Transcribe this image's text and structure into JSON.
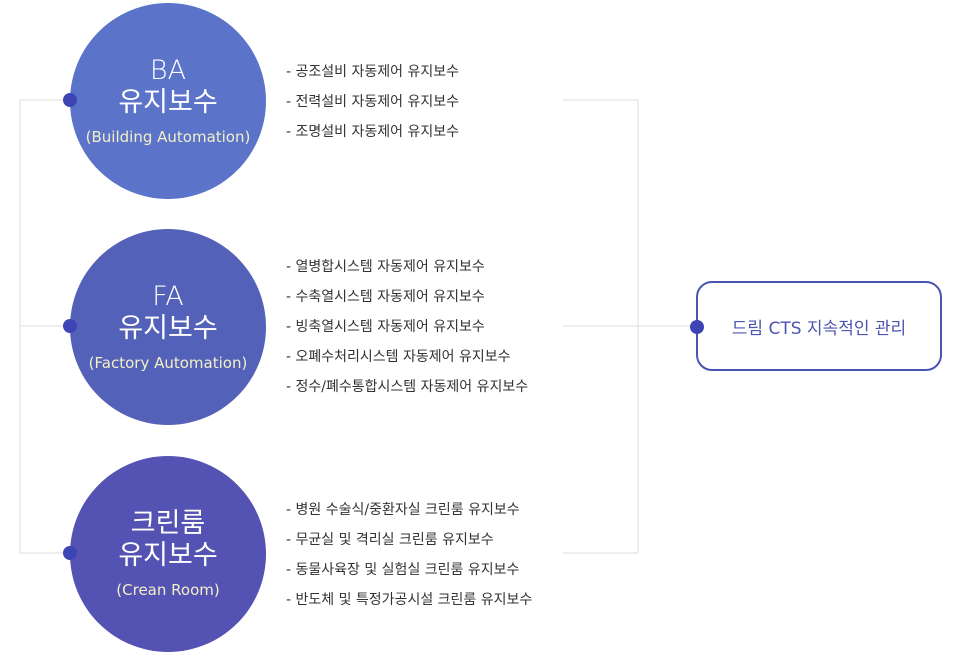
{
  "groups": [
    {
      "title_line1": "BA",
      "title_line2": "유지보수",
      "subtitle": "(Building Automation)",
      "items": [
        "- 공조설비 자동제어 유지보수",
        "- 전력설비 자동제어 유지보수",
        "- 조명설비 자동제어 유지보수"
      ]
    },
    {
      "title_line1": "FA",
      "title_line2": "유지보수",
      "subtitle": "(Factory Automation)",
      "items": [
        "- 열병합시스템 자동제어 유지보수",
        "- 수축열시스템 자동제어 유지보수",
        "- 빙축열시스템 자동제어 유지보수",
        "- 오폐수처리시스템 자동제어 유지보수",
        "- 정수/폐수통합시스템 자동제어 유지보수"
      ]
    },
    {
      "title_line1": "크린룸",
      "title_line2": "유지보수",
      "subtitle": "(Crean Room)",
      "items": [
        "- 병원 수술식/중환자실 크린룸 유지보수",
        "- 무균실 및 격리실 크린룸 유지보수",
        "- 동물사육장 및 실험실 크린룸 유지보수",
        "- 반도체 및 특정가공시설 크린룸 유지보수"
      ]
    }
  ],
  "result_label": "드림 CTS 지속적인 관리",
  "colors": {
    "circle_ba": "#5b73c8",
    "circle_fa": "#5461b8",
    "circle_cr": "#5452b2",
    "accent": "#4a55b0",
    "line": "#dddddd"
  }
}
